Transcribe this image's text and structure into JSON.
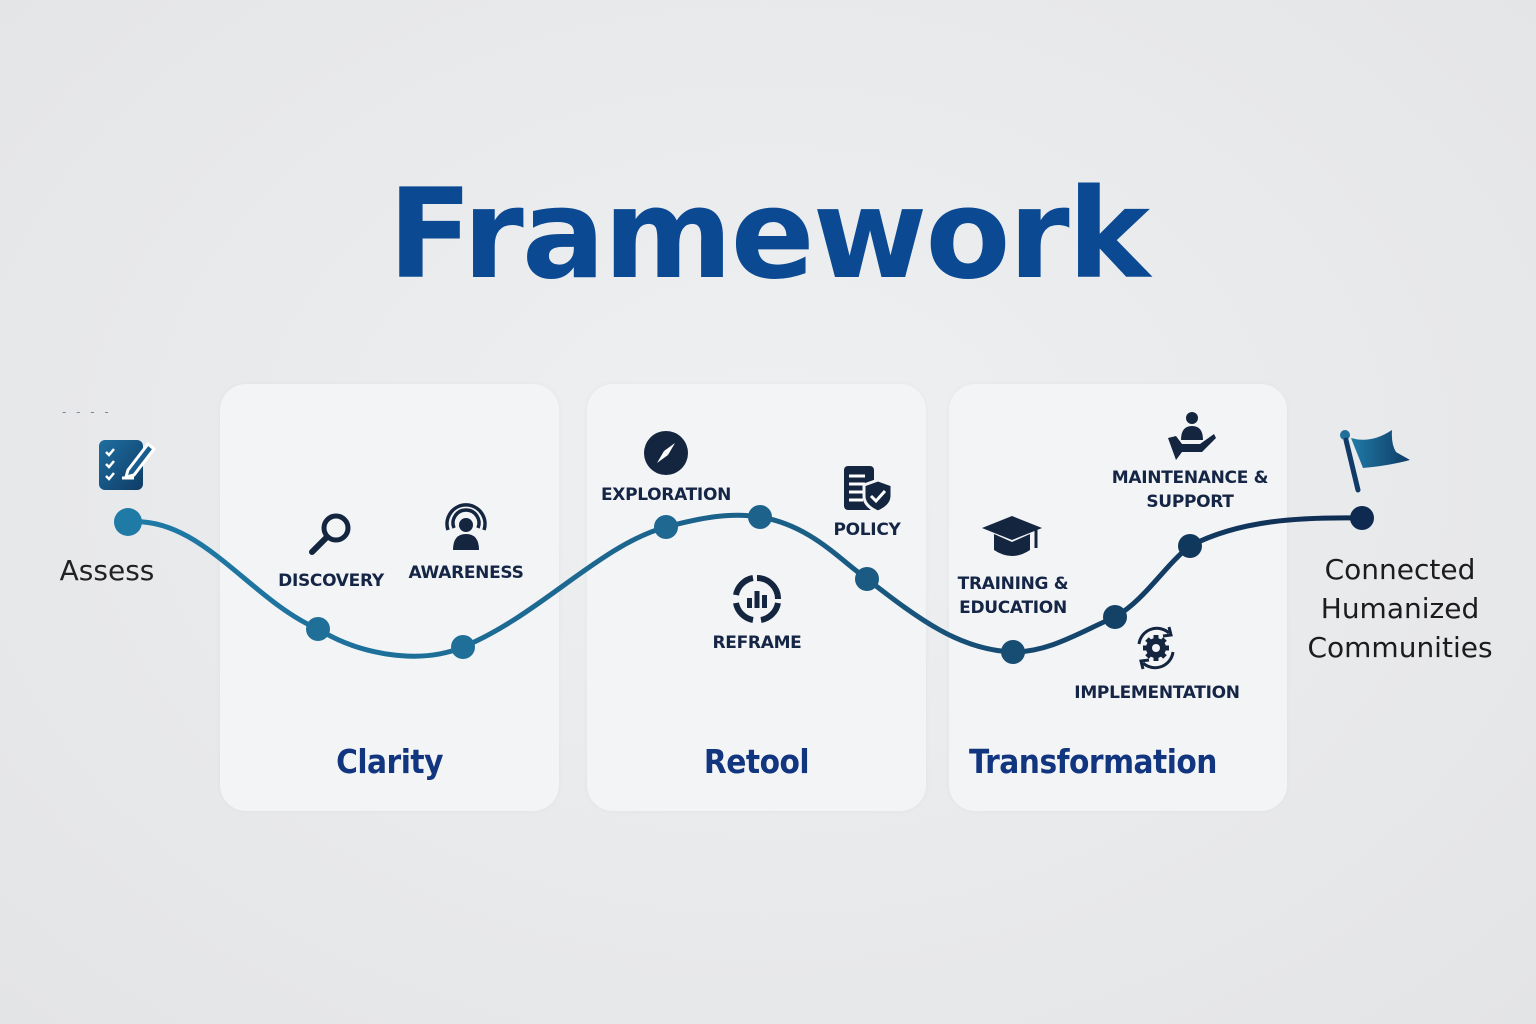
{
  "title": "Framework",
  "decor_dashes": "- - - -",
  "colors": {
    "title": "#0b4a93",
    "phase_title": "#12357f",
    "curve_start": "#1f7aa6",
    "curve_end": "#0e2a50",
    "label": "#152545",
    "panel_bg": "#f3f4f6"
  },
  "start": {
    "label": "Assess",
    "icon": "checklist-edit-icon"
  },
  "end": {
    "label_lines": [
      "Connected",
      "Humanized",
      "Communities"
    ],
    "icon": "flag-icon"
  },
  "phases": [
    {
      "title": "Clarity"
    },
    {
      "title": "Retool"
    },
    {
      "title": "Transformation"
    }
  ],
  "steps": [
    {
      "label": "DISCOVERY",
      "icon": "magnifier-icon"
    },
    {
      "label": "AWARENESS",
      "icon": "broadcast-person-icon"
    },
    {
      "label": "EXPLORATION",
      "icon": "compass-icon"
    },
    {
      "label": "REFRAME",
      "icon": "chart-cycle-icon"
    },
    {
      "label": "POLICY",
      "icon": "document-shield-icon"
    },
    {
      "label_lines": [
        "TRAINING &",
        "EDUCATION"
      ],
      "icon": "graduation-cap-icon"
    },
    {
      "label": "IMPLEMENTATION",
      "icon": "gear-cycle-icon"
    },
    {
      "label_lines": [
        "MAINTENANCE &",
        "SUPPORT"
      ],
      "icon": "hand-person-icon"
    }
  ]
}
